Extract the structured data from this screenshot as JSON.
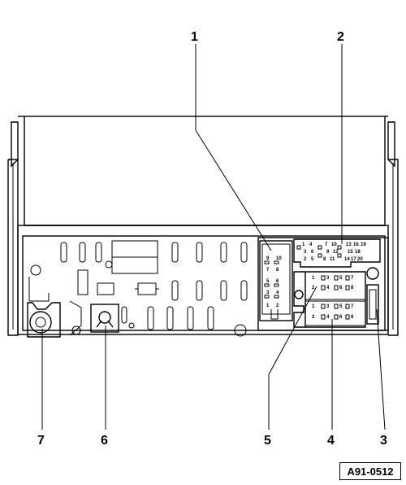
{
  "diagram": {
    "reference_code": "A91-0512",
    "callouts": [
      {
        "label": "1"
      },
      {
        "label": "2"
      },
      {
        "label": "3"
      },
      {
        "label": "4"
      },
      {
        "label": "5"
      },
      {
        "label": "6"
      },
      {
        "label": "7"
      }
    ],
    "connector_1_pins": [
      "9",
      "10",
      "7",
      "8",
      "5",
      "6",
      "3",
      "4",
      "1",
      "2"
    ],
    "connector_2_pins": [
      "1",
      "4",
      "7",
      "10",
      "13",
      "16",
      "19",
      "3",
      "6",
      "9",
      "12",
      "15",
      "18",
      "2",
      "5",
      "8",
      "11",
      "14",
      "17",
      "20"
    ],
    "connector_upper_pins": [
      "1",
      "3",
      "5",
      "7",
      "2",
      "4",
      "6",
      "8"
    ],
    "connector_lower_pins": [
      "1",
      "3",
      "5",
      "7",
      "2",
      "4",
      "6",
      "8"
    ]
  }
}
